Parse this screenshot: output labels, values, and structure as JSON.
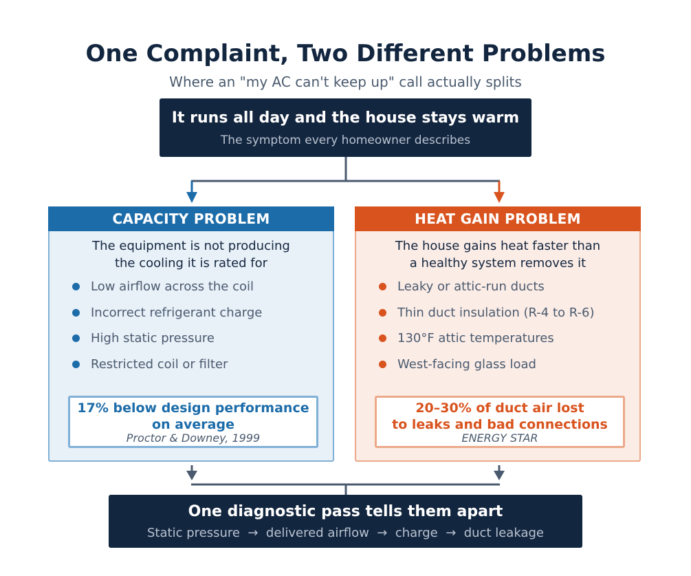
{
  "title": "One Complaint, Two Different Problems",
  "subtitle": "Where an \"my AC can't keep up\" call actually splits",
  "symptom": {
    "main": "It runs all day and the house stays warm",
    "sub": "The symptom every homeowner describes"
  },
  "capacity": {
    "header": "CAPACITY PROBLEM",
    "desc_line1": "The equipment is not producing",
    "desc_line2": "the cooling it is rated for",
    "items": [
      "Low airflow across the coil",
      "Incorrect refrigerant charge",
      "High static pressure",
      "Restricted coil or filter"
    ],
    "stat_line1": "17% below design performance",
    "stat_line2": "on average",
    "source": "Proctor & Downey, 1999",
    "color": "#1c6ca9"
  },
  "heat_gain": {
    "header": "HEAT GAIN PROBLEM",
    "desc_line1": "The house gains heat faster than",
    "desc_line2": "a healthy system removes it",
    "items": [
      "Leaky or attic-run ducts",
      "Thin duct insulation (R-4 to R-6)",
      "130°F attic temperatures",
      "West-facing glass load"
    ],
    "stat_line1": "20–30% of duct air lost",
    "stat_line2": "to leaks and bad connections",
    "source": "ENERGY STAR",
    "color": "#d9531e"
  },
  "diagnostic": {
    "main": "One diagnostic pass tells them apart",
    "steps": "Static pressure  →  delivered airflow  →  charge  →  duct leakage"
  }
}
